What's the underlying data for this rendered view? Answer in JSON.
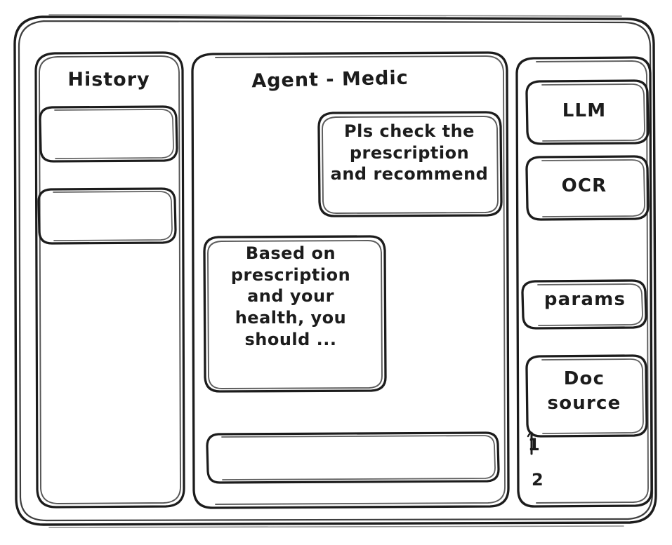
{
  "window": {
    "title": "Agent - Medic",
    "ink_color": "#1c1c1c",
    "background_color": "#ffffff",
    "style": "hand-drawn wireframe"
  },
  "sidebar_left": {
    "name": "history-panel",
    "title": "History",
    "items": [
      {
        "label": "",
        "name": "history-item-1"
      },
      {
        "label": "",
        "name": "history-item-2"
      }
    ]
  },
  "main": {
    "name": "agent-chat-panel",
    "title": "Agent - Medic",
    "messages": [
      {
        "role": "user",
        "align": "right",
        "text": "Pls check the\nprescription\nand recommend"
      },
      {
        "role": "assistant",
        "align": "left",
        "text": "Based on\nprescription\nand your\nhealth, you\nshould ..."
      }
    ],
    "composer": {
      "name": "message-input",
      "value": "",
      "placeholder": ""
    }
  },
  "sidebar_right": {
    "name": "tools-panel",
    "chips": [
      {
        "label": "LLM",
        "name": "tool-chip-llm"
      },
      {
        "label": "OCR",
        "name": "tool-chip-ocr"
      },
      {
        "label": "params",
        "name": "tool-chip-params"
      },
      {
        "label": "Doc\nsource",
        "name": "tool-chip-doc-source"
      }
    ],
    "doc_list": [
      {
        "label": "1",
        "name": "doc-source-item-1"
      },
      {
        "label": "2",
        "name": "doc-source-item-2"
      }
    ]
  }
}
